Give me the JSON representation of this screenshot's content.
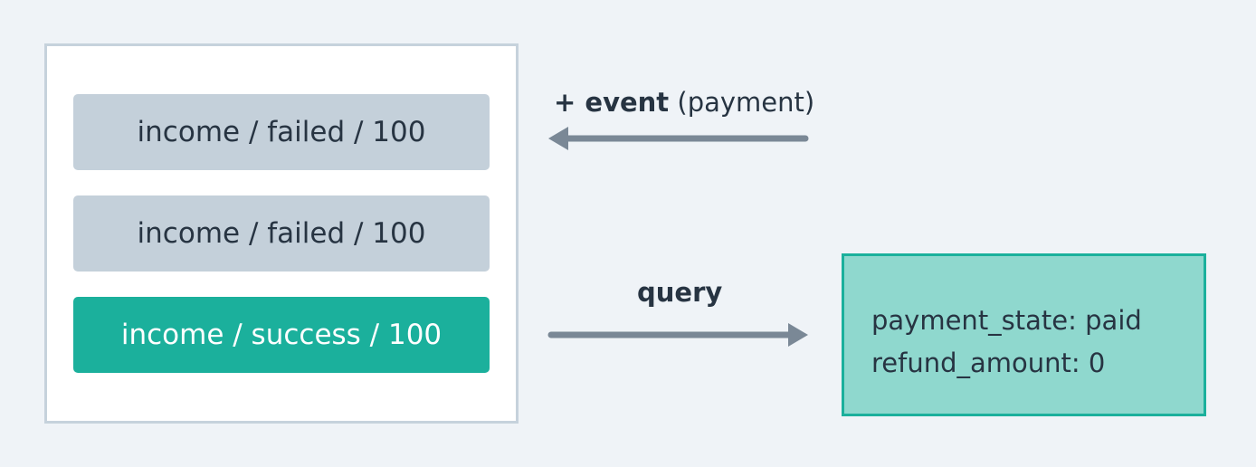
{
  "events": [
    {
      "label": "income / failed / 100",
      "status": "failed"
    },
    {
      "label": "income / failed / 100",
      "status": "failed"
    },
    {
      "label": "income / success / 100",
      "status": "success"
    }
  ],
  "incoming_event": {
    "prefix": "+ event",
    "suffix": " (payment)"
  },
  "query": {
    "label": "query"
  },
  "state": {
    "lines": [
      "payment_state: paid",
      "refund_amount: 0"
    ]
  },
  "colors": {
    "background": "#eff3f7",
    "failed": "#c4d0da",
    "success": "#1bb09c",
    "state_fill": "#8fd8ce",
    "arrow": "#7a8896",
    "text": "#273442"
  }
}
